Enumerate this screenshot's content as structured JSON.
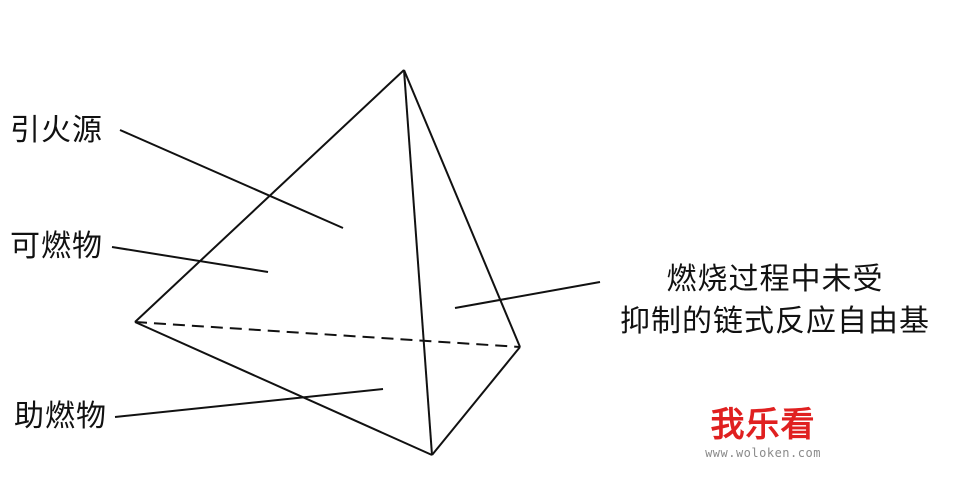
{
  "diagram": {
    "labels": {
      "ignition_source": "引火源",
      "combustible": "可燃物",
      "oxidizer": "助燃物",
      "free_radical_line1": "燃烧过程中未受",
      "free_radical_line2": "抑制的链式反应自由基"
    },
    "watermark": {
      "logo": "我乐看",
      "url": "www.woloken.com"
    }
  },
  "colors": {
    "line": "#111111",
    "watermark_logo": "#e02020",
    "watermark_url": "#8a8a8a"
  }
}
